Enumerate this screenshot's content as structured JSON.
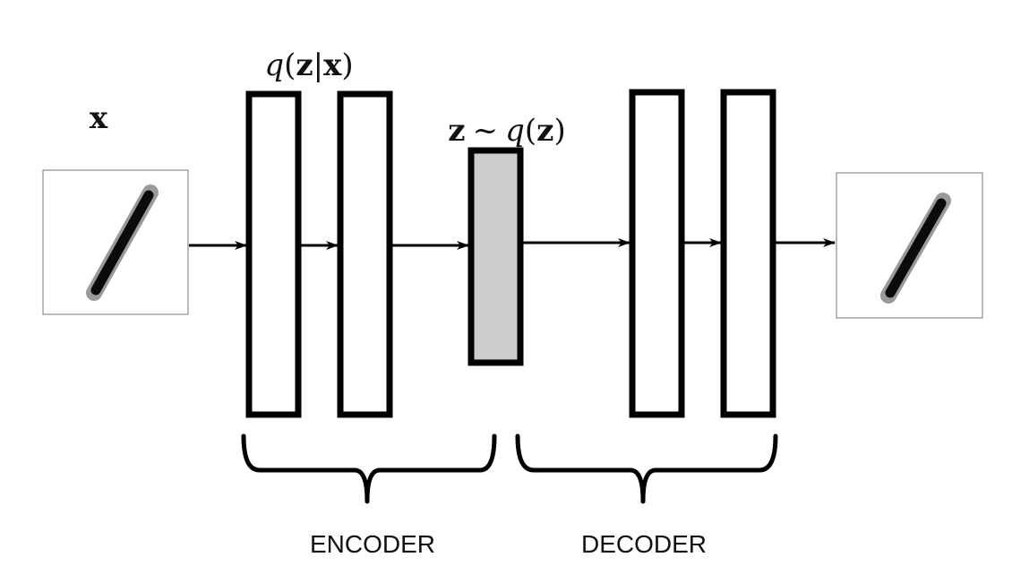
{
  "input": {
    "label": "x"
  },
  "encoder": {
    "dist_label": {
      "fn": "q",
      "open": "(",
      "var": "z",
      "bar": "|",
      "cond": "x",
      "close": ")"
    },
    "group_label": "ENCODER"
  },
  "latent": {
    "label": {
      "var": "z",
      "sim": "~",
      "fn": "q",
      "open": "(",
      "arg": "z",
      "close": ")"
    },
    "fill_color": "#cccccc"
  },
  "decoder": {
    "group_label": "DECODER"
  },
  "colors": {
    "stroke": "#000000",
    "text": "#111111",
    "image_border": "#777777"
  }
}
